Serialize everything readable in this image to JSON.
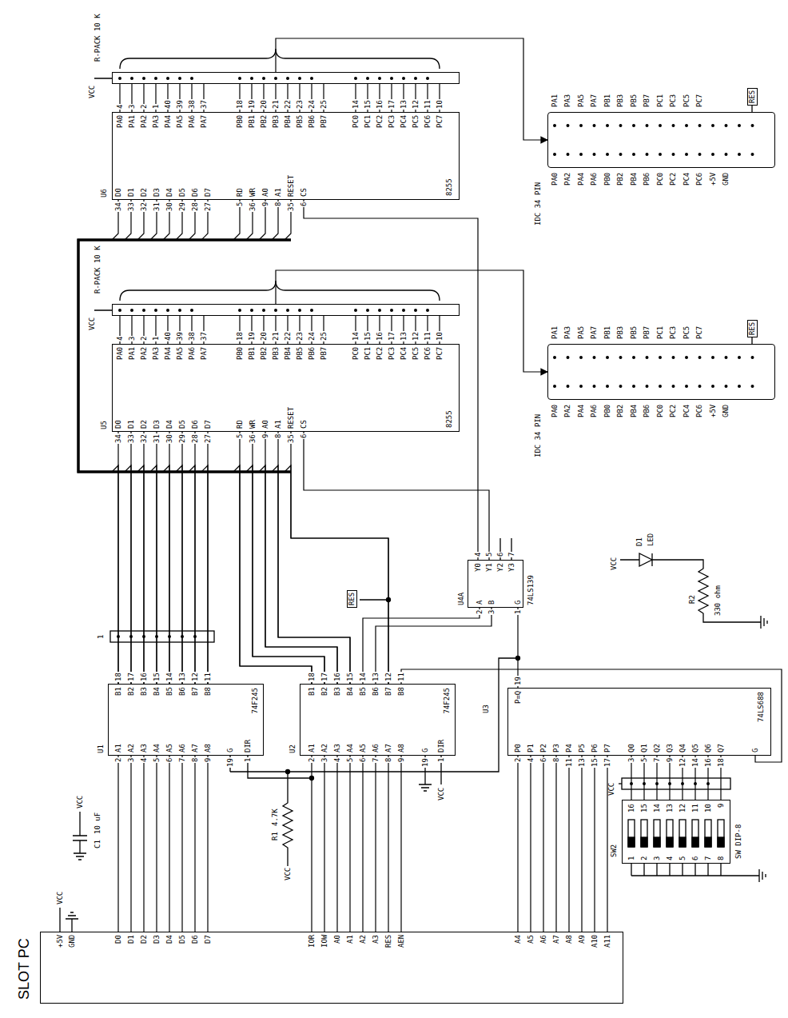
{
  "diagram": {
    "nodes": [
      {
        "text": [
          "SLOT PC"
        ]
      },
      {
        "text": [
          "U1",
          "74F245"
        ]
      },
      {
        "text": [
          "U2",
          "74F245"
        ]
      },
      {
        "text": [
          "U3",
          "74LS688"
        ]
      },
      {
        "text": [
          "SW2",
          "SW DIP-8"
        ]
      },
      {
        "text": [
          "U4A",
          "74LS139"
        ]
      },
      {
        "text": [
          "U5",
          "8255"
        ]
      },
      {
        "text": [
          "R-PACK 10 K"
        ]
      },
      {
        "text": [
          "IDC 34 PIN"
        ]
      },
      {
        "text": [
          "U6",
          "8255"
        ]
      },
      {
        "text": [
          "R-PACK 10 K"
        ]
      },
      {
        "text": [
          "IDC 34 PIN"
        ]
      }
    ],
    "edges": [
      {
        "from": 0,
        "to": 1,
        "arrow": "none"
      },
      {
        "from": 0,
        "to": 2,
        "arrow": "none"
      },
      {
        "from": 0,
        "to": 3,
        "arrow": "none"
      },
      {
        "from": 1,
        "to": 6,
        "arrow": "none"
      },
      {
        "from": 1,
        "to": 9,
        "arrow": "none"
      },
      {
        "from": 2,
        "to": 6,
        "arrow": "none"
      },
      {
        "from": 2,
        "to": 9,
        "arrow": "none"
      },
      {
        "from": 2,
        "to": 5,
        "arrow": "none"
      },
      {
        "from": 3,
        "to": 5,
        "arrow": "none"
      },
      {
        "from": 3,
        "to": 4,
        "arrow": "none"
      },
      {
        "from": 5,
        "to": 6,
        "arrow": "none"
      },
      {
        "from": 5,
        "to": 9,
        "arrow": "none"
      },
      {
        "from": 6,
        "to": 7,
        "arrow": "none"
      },
      {
        "from": 9,
        "to": 10,
        "arrow": "none"
      },
      {
        "from": 7,
        "to": 8,
        "arrow": "to"
      },
      {
        "from": 10,
        "to": 11,
        "arrow": "to"
      },
      {
        "from": 2,
        "to": 3,
        "arrow": "none"
      }
    ],
    "labels": [
      "+5V",
      "GND",
      "D0",
      "D1",
      "D2",
      "D3",
      "D4",
      "D5",
      "D6",
      "D7",
      "IOR",
      "IOW",
      "A0",
      "A1",
      "A2",
      "A3",
      "RES",
      "AEN",
      "A4",
      "A5",
      "A6",
      "A7",
      "A8",
      "A9",
      "A10",
      "A11",
      "A1",
      "A2",
      "A3",
      "A4",
      "A5",
      "A6",
      "A7",
      "A8",
      "B1",
      "B2",
      "B3",
      "B4",
      "B5",
      "B6",
      "B7",
      "B8",
      "2",
      "3",
      "4",
      "5",
      "6",
      "7",
      "8",
      "9",
      "18",
      "17",
      "16",
      "15",
      "14",
      "13",
      "12",
      "11",
      "G",
      "DIR",
      "19",
      "1",
      "A1",
      "A2",
      "A3",
      "A4",
      "A5",
      "A6",
      "A7",
      "A8",
      "B1",
      "B2",
      "B3",
      "B4",
      "B5",
      "B6",
      "B7",
      "B8",
      "2",
      "3",
      "4",
      "5",
      "6",
      "7",
      "8",
      "9",
      "18",
      "17",
      "16",
      "15",
      "14",
      "13",
      "12",
      "11",
      "G",
      "DIR",
      "19",
      "1",
      "P0",
      "P1",
      "P2",
      "P3",
      "P4",
      "P5",
      "P6",
      "P7",
      "Q0",
      "Q1",
      "Q2",
      "Q3",
      "Q4",
      "Q5",
      "Q6",
      "Q7",
      "2",
      "4",
      "6",
      "8",
      "11",
      "13",
      "15",
      "17",
      "3",
      "5",
      "7",
      "9",
      "12",
      "14",
      "16",
      "18",
      "P=Q",
      "19",
      "G",
      "16",
      "15",
      "14",
      "13",
      "12",
      "11",
      "10",
      "9",
      "1",
      "2",
      "3",
      "4",
      "5",
      "6",
      "7",
      "8",
      "A",
      "B",
      "G",
      "2",
      "3",
      "1",
      "Y0",
      "Y1",
      "Y2",
      "Y3",
      "4",
      "5",
      "6",
      "7",
      "D0",
      "D1",
      "D2",
      "D3",
      "D4",
      "D5",
      "D6",
      "D7",
      "RD",
      "WR",
      "A0",
      "A1",
      "RESET",
      "CS",
      "34",
      "33",
      "32",
      "31",
      "30",
      "29",
      "28",
      "27",
      "5",
      "36",
      "9",
      "8",
      "35",
      "6",
      "PA0",
      "PA1",
      "PA2",
      "PA3",
      "PA4",
      "PA5",
      "PA6",
      "PA7",
      "PB0",
      "PB1",
      "PB2",
      "PB3",
      "PB4",
      "PB5",
      "PB6",
      "PB7",
      "PC0",
      "PC1",
      "PC2",
      "PC3",
      "PC4",
      "PC5",
      "PC6",
      "PC7",
      "4",
      "3",
      "2",
      "1",
      "40",
      "39",
      "38",
      "37",
      "18",
      "19",
      "20",
      "21",
      "22",
      "23",
      "24",
      "25",
      "14",
      "15",
      "16",
      "17",
      "13",
      "12",
      "11",
      "10",
      "VCC",
      "PA0",
      "PA2",
      "PA4",
      "PA6",
      "PB0",
      "PB2",
      "PB4",
      "PB6",
      "PC0",
      "PC2",
      "PC4",
      "PC6",
      "+5V",
      "GND",
      "PA1",
      "PA3",
      "PA5",
      "PA7",
      "PB1",
      "PB3",
      "PB5",
      "PB7",
      "PC1",
      "PC3",
      "PC5",
      "PC7",
      "RES",
      "D0",
      "D1",
      "D2",
      "D3",
      "D4",
      "D5",
      "D6",
      "D7",
      "RD",
      "WR",
      "A0",
      "A1",
      "RESET",
      "CS",
      "34",
      "33",
      "32",
      "31",
      "30",
      "29",
      "28",
      "27",
      "5",
      "36",
      "9",
      "8",
      "35",
      "6",
      "PA0",
      "PA1",
      "PA2",
      "PA3",
      "PA4",
      "PA5",
      "PA6",
      "PA7",
      "PB0",
      "PB1",
      "PB2",
      "PB3",
      "PB4",
      "PB5",
      "PB6",
      "PB7",
      "PC0",
      "PC1",
      "PC2",
      "PC3",
      "PC4",
      "PC5",
      "PC6",
      "PC7",
      "4",
      "3",
      "2",
      "1",
      "40",
      "39",
      "38",
      "37",
      "18",
      "19",
      "20",
      "21",
      "22",
      "23",
      "24",
      "25",
      "14",
      "15",
      "16",
      "17",
      "13",
      "12",
      "11",
      "10",
      "VCC",
      "PA0",
      "PA2",
      "PA4",
      "PA6",
      "PB0",
      "PB2",
      "PB4",
      "PB6",
      "PC0",
      "PC2",
      "PC4",
      "PC6",
      "+5V",
      "GND",
      "PA1",
      "PA3",
      "PA5",
      "PA7",
      "PB1",
      "PB3",
      "PB5",
      "PB7",
      "PC1",
      "PC3",
      "PC5",
      "PC7",
      "RES",
      "VCC",
      "VCC",
      "C1",
      "10 uF",
      "1",
      "R1",
      "4.7K",
      "VCC",
      "VCC",
      "RES",
      "VCC",
      "VCC",
      "D1",
      "LED",
      "R2",
      "330 ohm"
    ]
  }
}
